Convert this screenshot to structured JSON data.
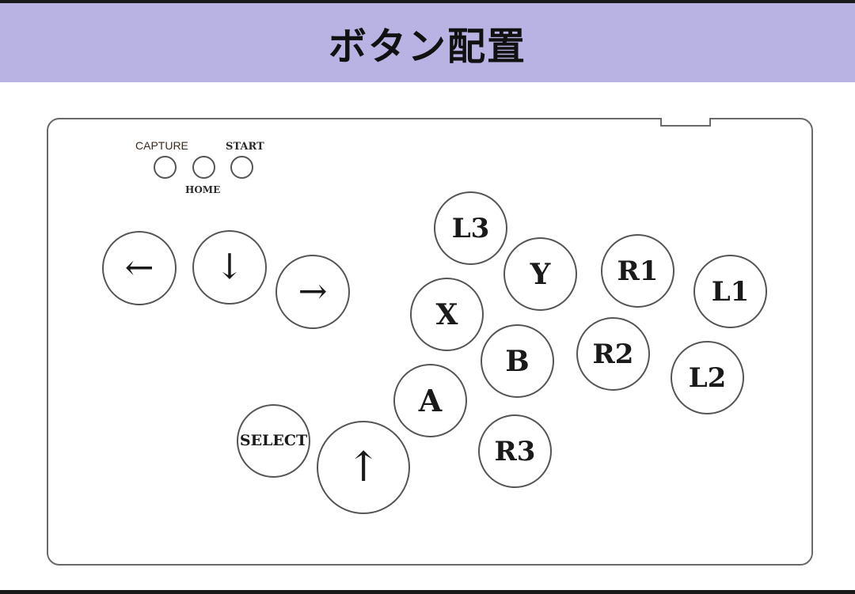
{
  "header": {
    "title": "ボタン配置"
  },
  "small_buttons": {
    "capture": "CAPTURE",
    "home": "HOME",
    "start": "START"
  },
  "buttons": {
    "left": "←",
    "down": "↓",
    "right": "→",
    "up": "↑",
    "select": "SELECT",
    "l3": "L3",
    "y": "Y",
    "r1": "R1",
    "l1": "L1",
    "x": "X",
    "b": "B",
    "r2": "R2",
    "l2": "L2",
    "a": "A",
    "r3": "R3"
  },
  "colors": {
    "header_bg": "#b9b3e4",
    "outline": "#555555",
    "text": "#1a1a1a"
  }
}
